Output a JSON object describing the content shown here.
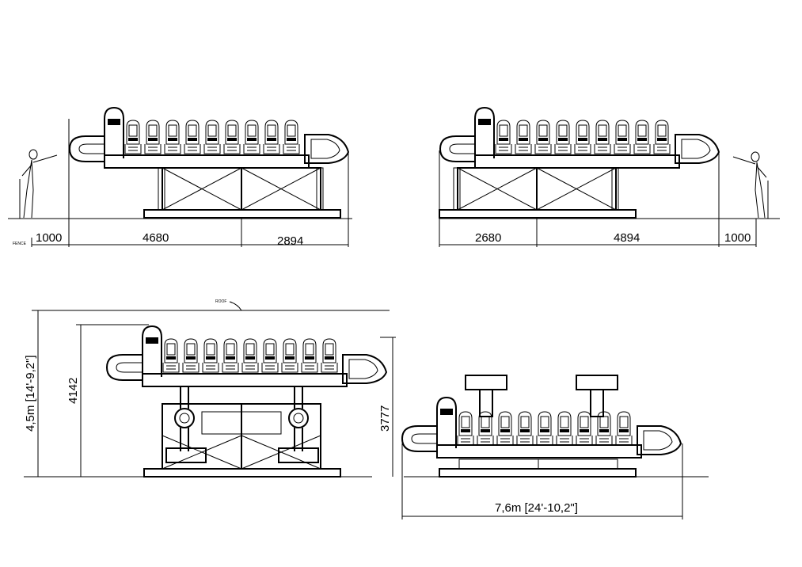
{
  "views": {
    "side_left": {
      "fence_label": "FENCE",
      "dims": [
        "1000",
        "4680",
        "2894"
      ]
    },
    "side_right": {
      "dims": [
        "2680",
        "4894",
        "1000"
      ]
    },
    "front": {
      "roof_label": "ROOF",
      "total_height": "4,5m [14'-9,2\"]",
      "height_a": "4142",
      "height_b": "3777"
    },
    "lowered": {
      "total_length": "7,6m [24'-10,2\"]"
    }
  }
}
